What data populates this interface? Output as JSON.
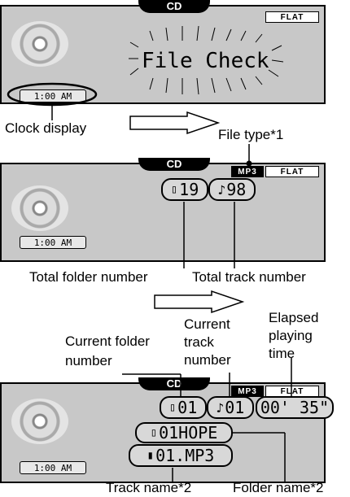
{
  "screen1": {
    "source": "CD",
    "sound_mode": "FLAT",
    "message": "File Check",
    "clock": "1:00  AM"
  },
  "screen2": {
    "source": "CD",
    "file_type": "MP3",
    "sound_mode": "FLAT",
    "total_folders": "19",
    "total_tracks": "98",
    "clock": "1:00  AM"
  },
  "screen3": {
    "source": "CD",
    "file_type": "MP3",
    "sound_mode": "FLAT",
    "current_folder": "01",
    "current_track": "01",
    "elapsed_time": "00' 35\"",
    "folder_name": "01HOPE",
    "track_name": "01.MP3",
    "clock": "1:00  AM"
  },
  "labels": {
    "clock_display": "Clock display",
    "file_type": "File type*1",
    "total_folder_number": "Total folder number",
    "total_track_number": "Total track number",
    "current_folder_number": "Current folder number",
    "current_track_number": "Current track number",
    "elapsed_playing_time": "Elapsed playing time",
    "track_name": "Track name*2",
    "folder_name": "Folder name*2"
  }
}
